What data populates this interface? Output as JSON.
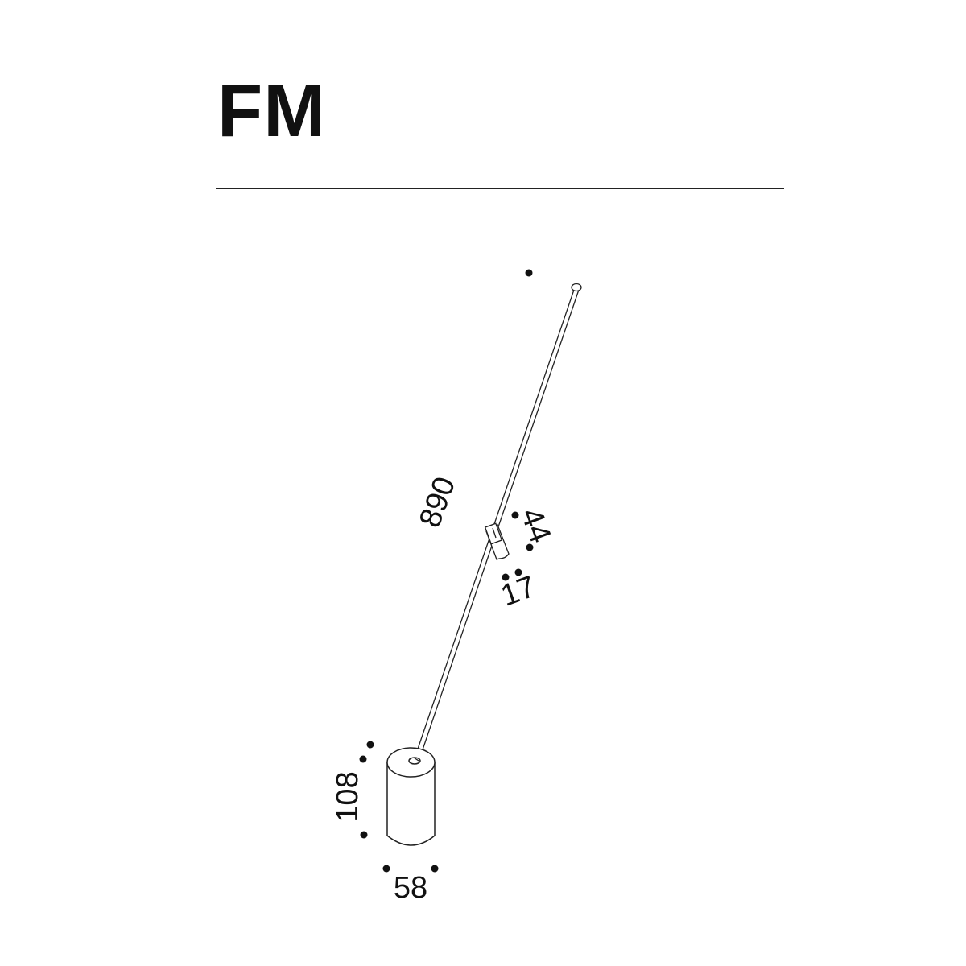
{
  "header": {
    "title": "FM"
  },
  "dimensions": {
    "rod_length": "890",
    "head_length": "44",
    "head_diameter": "17",
    "base_height": "108",
    "base_diameter": "58"
  },
  "colors": {
    "ink": "#111111",
    "line": "#222222",
    "background": "#ffffff"
  }
}
